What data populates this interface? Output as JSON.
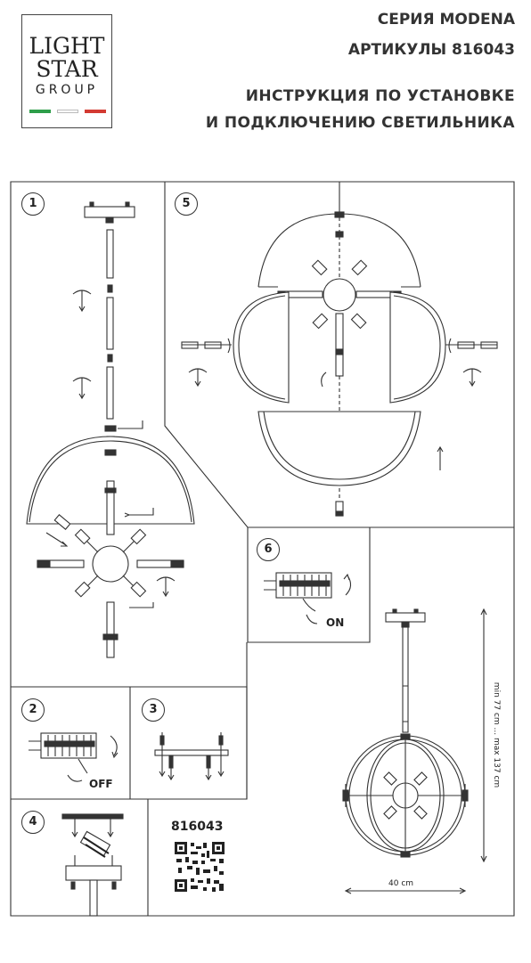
{
  "brand": {
    "line1": "LIGHT",
    "line2": "STAR",
    "line3": "GROUP",
    "flag_colors": [
      "#2e9e4a",
      "#ffffff",
      "#d33a32"
    ]
  },
  "header": {
    "series": "СЕРИЯ MODENA",
    "articles": "АРТИКУЛЫ 816043",
    "title_line1": "ИНСТРУКЦИЯ ПО УСТАНОВКЕ",
    "title_line2": "И ПОДКЛЮЧЕНИЮ СВЕТИЛЬНИКА"
  },
  "panels": {
    "p1": "1",
    "p2": "2",
    "p3": "3",
    "p4": "4",
    "p5": "5",
    "p6": "6"
  },
  "labels": {
    "off": "OFF",
    "on": "ON",
    "article_code": "816043",
    "height_dim": "min 77 cm ... max 137 cm",
    "width_dim": "40 cm"
  },
  "colors": {
    "line": "#333333",
    "dark": "#222222"
  }
}
